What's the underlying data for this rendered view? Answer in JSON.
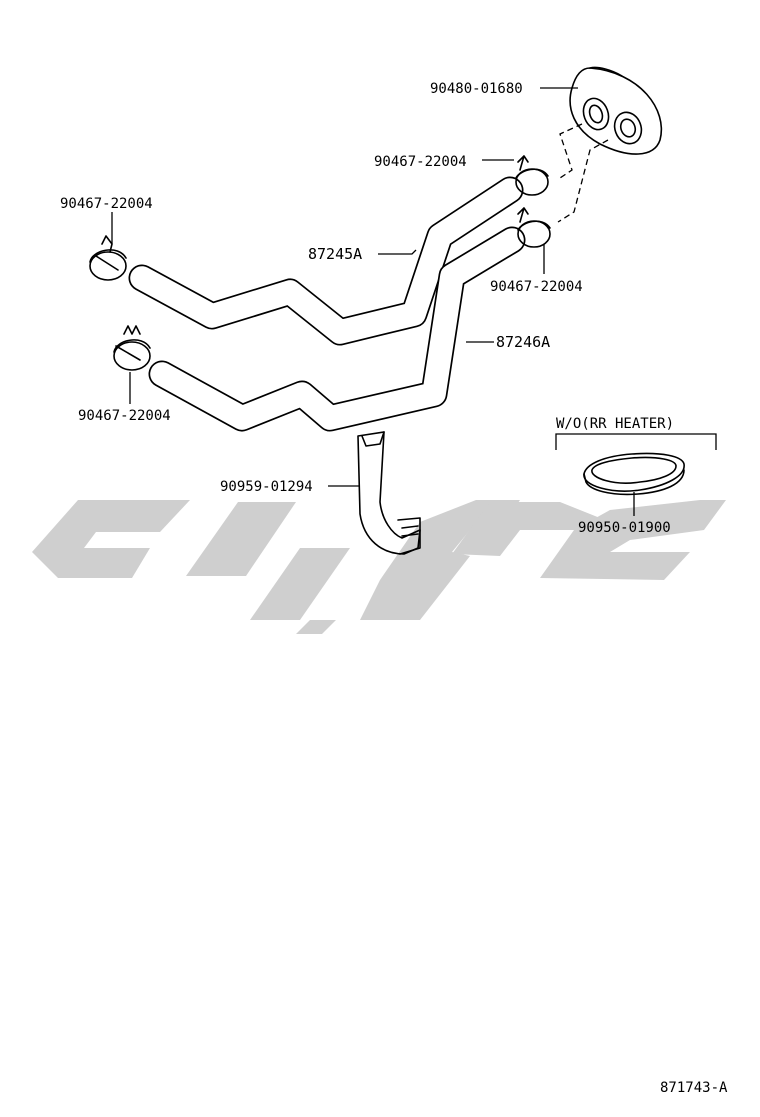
{
  "diagram_id": "871743-A",
  "watermark": {
    "color": "#cccccc"
  },
  "parts": [
    {
      "key": "grommet_top",
      "label": "90480-01680"
    },
    {
      "key": "clamp_top_upper",
      "label": "90467-22004"
    },
    {
      "key": "clamp_top_lower",
      "label": "90467-22004"
    },
    {
      "key": "clamp_left_upper",
      "label": "90467-22004"
    },
    {
      "key": "clamp_left_lower",
      "label": "90467-22004"
    },
    {
      "key": "hose_upper",
      "label": "87245A"
    },
    {
      "key": "hose_lower",
      "label": "87246A"
    },
    {
      "key": "clip",
      "label": "90959-01294"
    },
    {
      "key": "grommet_plug",
      "label": "90950-01900"
    }
  ],
  "option_label": "W/O(RR HEATER)"
}
